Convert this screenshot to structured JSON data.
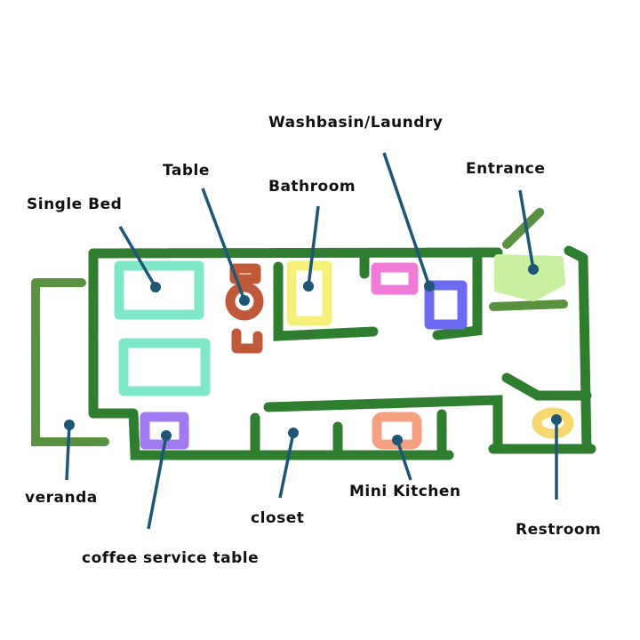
{
  "diagram": {
    "type": "floor-plan sketch",
    "labels": {
      "washbasin": "Washbasin/Laundry",
      "table": "Table",
      "bathroom": "Bathroom",
      "entrance": "Entrance",
      "single_bed": "Single Bed",
      "veranda": "veranda",
      "coffee": "coffee service table",
      "closet": "closet",
      "mini_kitchen": "Mini Kitchen",
      "restroom": "Restroom"
    },
    "colors": {
      "wall": "#2f7d2f",
      "veranda_wall": "#5a9140",
      "bed": "#7fe8c8",
      "table": "#c0583a",
      "bathroom": "#f5f07a",
      "washbasin": "#f07ad8",
      "laundry": "#6b6af0",
      "entrance": "#c8f0a0",
      "coffee_table": "#a07af0",
      "mini_kitchen": "#f5a080",
      "restroom": "#f5d870",
      "leader": "#1d5676"
    }
  }
}
